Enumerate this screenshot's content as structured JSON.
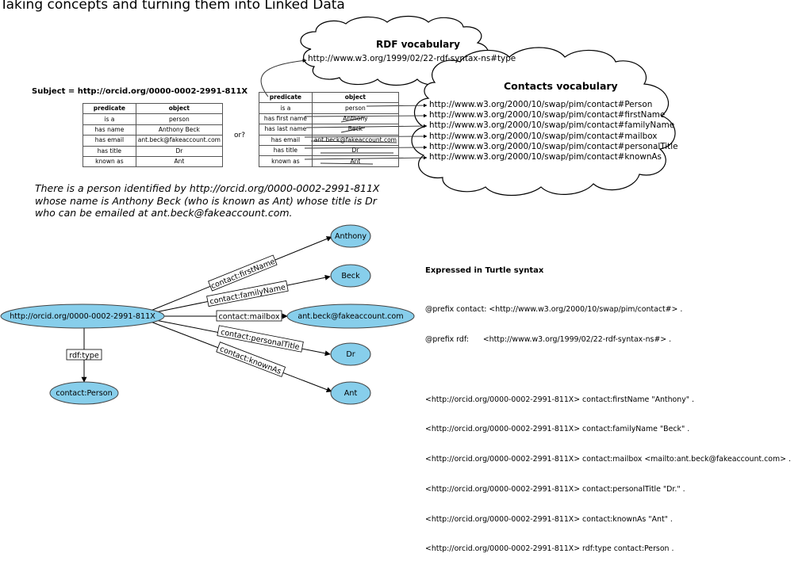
{
  "title": "Taking concepts and turning them into Linked Data",
  "subject_line": "Subject =  http://orcid.org/0000-0002-2991-811X",
  "or_label": "or?",
  "table_headers": {
    "predicate": "predicate",
    "object": "object"
  },
  "table1_rows": [
    {
      "predicate": "is a",
      "object": "person"
    },
    {
      "predicate": "has name",
      "object": "Anthony Beck"
    },
    {
      "predicate": "has email",
      "object": "ant.beck@fakeaccount.com"
    },
    {
      "predicate": "has title",
      "object": "Dr"
    },
    {
      "predicate": "known as",
      "object": "Ant"
    }
  ],
  "table2_rows": [
    {
      "predicate": "is a",
      "object": "person"
    },
    {
      "predicate": "has first name",
      "object": "Anthony"
    },
    {
      "predicate": "has last name",
      "object": "Beck"
    },
    {
      "predicate": "has email",
      "object": "ant.beck@fakeaccount.com"
    },
    {
      "predicate": "has title",
      "object": "Dr"
    },
    {
      "predicate": "known as",
      "object": "Ant"
    }
  ],
  "rdf_vocab": {
    "title": "RDF vocabulary",
    "uri": "http://www.w3.org/1999/02/22-rdf-syntax-ns#type"
  },
  "contacts_vocab": {
    "title": "Contacts vocabulary",
    "uris": [
      "http://www.w3.org/2000/10/swap/pim/contact#Person",
      "http://www.w3.org/2000/10/swap/pim/contact#firstName",
      "http://www.w3.org/2000/10/swap/pim/contact#familyName",
      "http://www.w3.org/2000/10/swap/pim/contact#mailbox",
      "http://www.w3.org/2000/10/swap/pim/contact#personalTitle",
      "http://www.w3.org/2000/10/swap/pim/contact#knownAs"
    ]
  },
  "sentence": "There is a person identified by http://orcid.org/0000-0002-2991-811X whose name is Anthony Beck (who is known as Ant) whose title is Dr who can be emailed at ant.beck@fakeaccount.com.",
  "graph": {
    "subject": "http://orcid.org/0000-0002-2991-811X",
    "type_edge": "rdf:type",
    "type_node": "contact:Person",
    "edges": [
      {
        "label": "contact:firstName",
        "node": "Anthony"
      },
      {
        "label": "contact:familyName",
        "node": "Beck"
      },
      {
        "label": "contact:mailbox",
        "node": "ant.beck@fakeaccount.com"
      },
      {
        "label": "contact:personalTitle",
        "node": "Dr"
      },
      {
        "label": "contact:knownAs",
        "node": "Ant"
      }
    ]
  },
  "turtle": {
    "heading": "Expressed in Turtle syntax",
    "lines": [
      "@prefix contact: <http://www.w3.org/2000/10/swap/pim/contact#> .",
      "@prefix rdf:      <http://www.w3.org/1999/02/22-rdf-syntax-ns#> .",
      "",
      "<http://orcid.org/0000-0002-2991-811X> contact:firstName \"Anthony\" .",
      "<http://orcid.org/0000-0002-2991-811X> contact:familyName \"Beck\" .",
      "<http://orcid.org/0000-0002-2991-811X> contact:mailbox <mailto:ant.beck@fakeaccount.com> .",
      "<http://orcid.org/0000-0002-2991-811X> contact:personalTitle \"Dr.\" .",
      "<http://orcid.org/0000-0002-2991-811X> contact:knownAs \"Ant\" .",
      "<http://orcid.org/0000-0002-2991-811X> rdf:type contact:Person ."
    ]
  },
  "colors": {
    "node_fill": "#87ceeb",
    "line": "#333333"
  }
}
